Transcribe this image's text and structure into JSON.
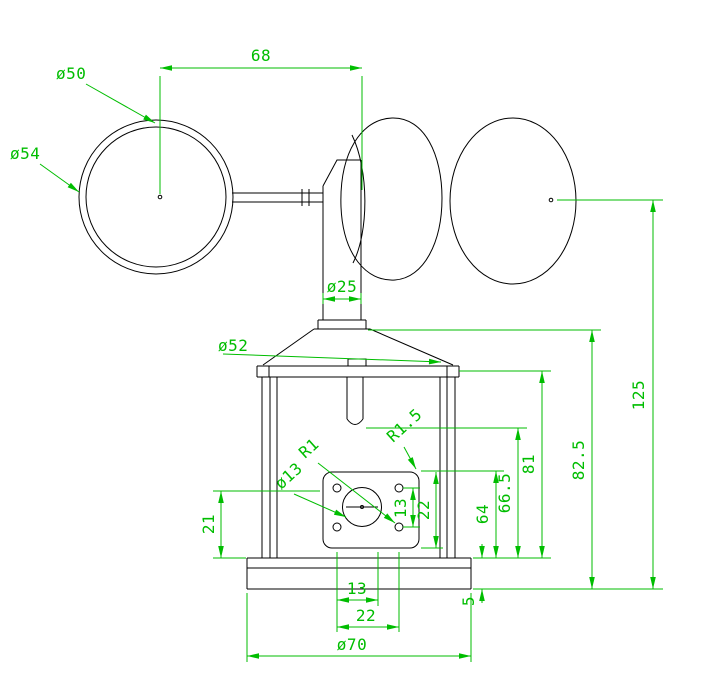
{
  "drawing": {
    "type": "technical-drawing",
    "subject": "cup anemometer front view with dimensions",
    "colors": {
      "outline": "#000000",
      "dimension": "#00bd00",
      "background": "#ffffff"
    },
    "dimensions": {
      "cup_spacing": "68",
      "cup_inner_diameter": "ø50",
      "cup_outer_diameter": "ø54",
      "shaft_diameter": "ø25",
      "flange_diameter": "ø52",
      "overall_height": "125",
      "upper_body_height": "82.5",
      "housing_height": "81",
      "inner_shaft_height": "66.5",
      "plate_top_height": "64",
      "plate_side_offset": "21",
      "hole_spacing_vertical": "13",
      "plate_height": "22",
      "corner_hole_radius": "R1",
      "plate_corner_radius": "R1.5",
      "center_hole_diameter": "ø13",
      "hole_offset_horizontal": "13",
      "hole_spacing_horizontal": "22",
      "base_plate_thickness": "5",
      "base_diameter": "ø70"
    }
  }
}
